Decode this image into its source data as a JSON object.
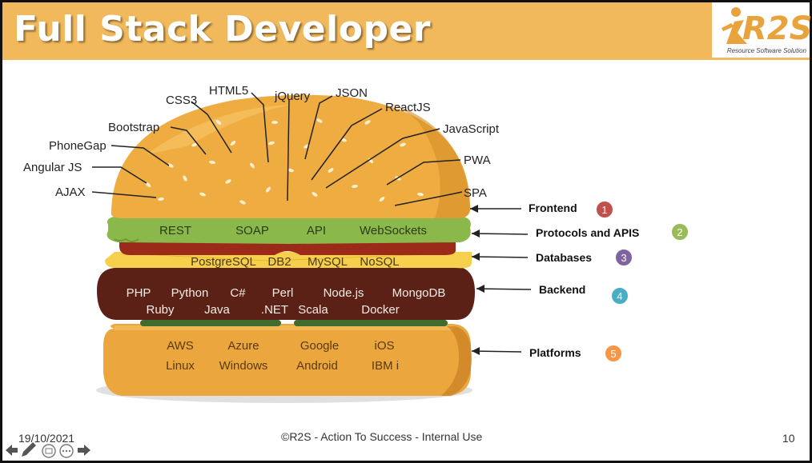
{
  "slide": {
    "title": "Full Stack Developer",
    "logo_text": "R2S",
    "logo_subtitle": "Resource Software Solution",
    "accent_color": "#f1b95b",
    "date": "19/10/2021",
    "footer": "©R2S - Action To Success - Internal Use",
    "page_number": "10"
  },
  "frontend_techs": [
    "AJAX",
    "Angular JS",
    "PhoneGap",
    "Bootstrap",
    "CSS3",
    "HTML5",
    "jQuery",
    "JSON",
    "ReactJS",
    "JavaScript",
    "PWA",
    "SPA"
  ],
  "protocols": [
    "REST",
    "SOAP",
    "API",
    "WebSockets"
  ],
  "databases": [
    "PostgreSQL",
    "DB2",
    "MySQL",
    "NoSQL"
  ],
  "backend_row1": [
    "PHP",
    "Python",
    "C#",
    "Perl",
    "Node.js",
    "MongoDB"
  ],
  "backend_row2": [
    "Ruby",
    "Java",
    ".NET",
    "Scala",
    "Docker"
  ],
  "platforms_row1": [
    "AWS",
    "Azure",
    "Google",
    "iOS"
  ],
  "platforms_row2": [
    "Linux",
    "Windows",
    "Android",
    "IBM i"
  ],
  "layers": [
    {
      "label": "Frontend",
      "number": "1",
      "color": "#c0504d"
    },
    {
      "label": "Protocols and APIS",
      "number": "2",
      "color": "#9bbb59"
    },
    {
      "label": "Databases",
      "number": "3",
      "color": "#8064a2"
    },
    {
      "label": "Backend",
      "number": "4",
      "color": "#4bacc6"
    },
    {
      "label": "Platforms",
      "number": "5",
      "color": "#f79646"
    }
  ]
}
